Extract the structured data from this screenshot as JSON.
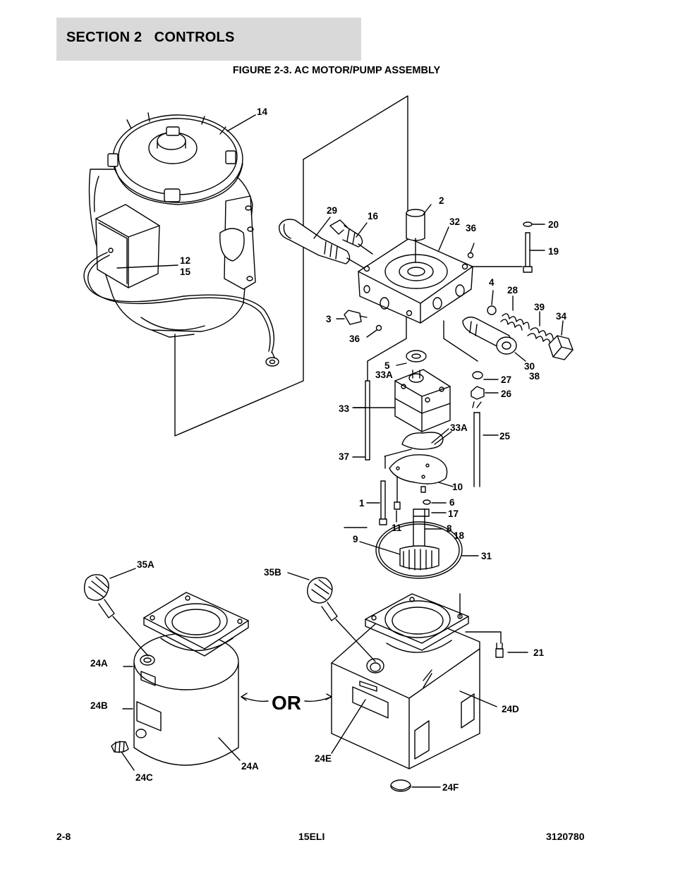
{
  "header": {
    "section": "SECTION 2",
    "title": "CONTROLS"
  },
  "figure": {
    "title": "FIGURE 2-3. AC MOTOR/PUMP ASSEMBLY"
  },
  "callouts": {
    "c14": "14",
    "c12": "12",
    "c15": "15",
    "c29": "29",
    "c16": "16",
    "c2": "2",
    "c32": "32",
    "c36a": "36",
    "c20": "20",
    "c19": "19",
    "c4": "4",
    "c28": "28",
    "c39": "39",
    "c34": "34",
    "c3": "3",
    "c36b": "36",
    "c30": "30",
    "c38": "38",
    "c5": "5",
    "c33Aa": "33A",
    "c27": "27",
    "c26": "26",
    "c33": "33",
    "c33Ab": "33A",
    "c25": "25",
    "c37": "37",
    "c10": "10",
    "c1": "1",
    "c6": "6",
    "c17": "17",
    "c11": "11",
    "c8": "8",
    "c18": "18",
    "c9": "9",
    "c31": "31",
    "c35A": "35A",
    "c35B": "35B",
    "c21": "21",
    "c24Aa": "24A",
    "c24B": "24B",
    "c24D": "24D",
    "c24Ab": "24A",
    "c24C": "24C",
    "c24E": "24E",
    "c24F": "24F"
  },
  "or_label": "OR",
  "footer": {
    "page": "2-8",
    "model": "15ELI",
    "doc_number": "3120780"
  }
}
